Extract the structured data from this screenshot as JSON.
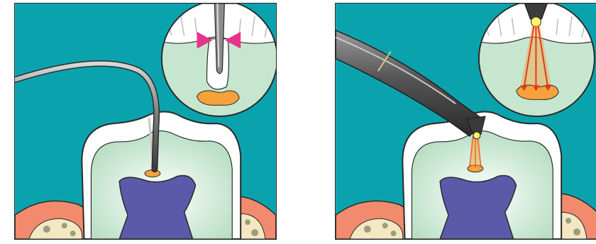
{
  "panels": [
    {
      "id": "probe-panel",
      "tool": "explorer-probe",
      "tool_icon": "dental-explorer-icon"
    },
    {
      "id": "laser-panel",
      "tool": "laser-handpiece",
      "tool_icon": "laser-handpiece-icon"
    }
  ],
  "colors": {
    "background": "#0aa3ad",
    "enamel": "#ffffff",
    "dentin": "#c7e6cf",
    "pulp": "#5b5aa8",
    "gum": "#f28a6e",
    "bone": "#f3e8c2",
    "lesion": "#f7a13a",
    "probe_steel": "#6c6c6c",
    "pressure_arrows": "#e8318d",
    "laser_beam": "#e23a1f",
    "laser_tip": "#fff56a"
  }
}
